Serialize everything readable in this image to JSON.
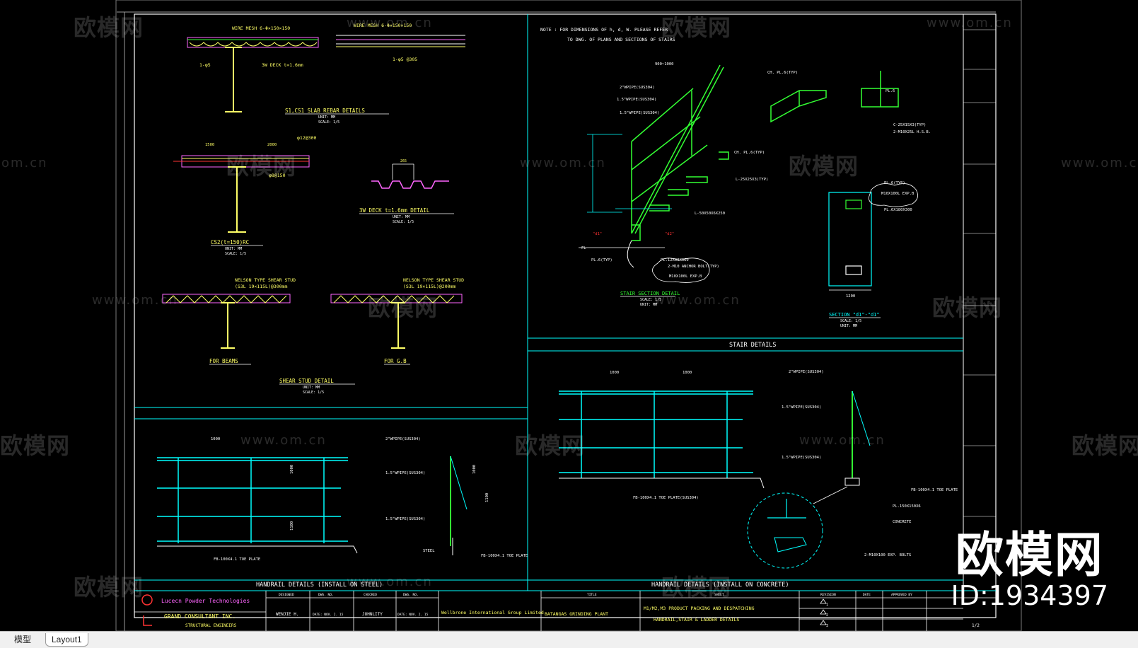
{
  "watermark": {
    "site_cn": "欧模网",
    "site_url": "www.om.cn",
    "url_fragment": "om.cn",
    "big_logo": "欧模网",
    "id_text": "ID:1934397"
  },
  "drawing": {
    "top_left": {
      "wire_mesh_a": "WIRE MESH 6-Φ×150×150",
      "wire_mesh_b": "WIRE MESH 6-Φ×150×150",
      "deck_callout": "3W DECK t=1.6mm",
      "bar_a": "1-φ5",
      "bar_b": "1-φ5 @305",
      "slab_title": "S1,CS1 SLAB REBAR DETAILS",
      "slab_unit": "UNIT: MM",
      "slab_scale": "SCALE: 1/5",
      "dim_1500": "1500",
      "dim_2000": "2000",
      "rebar_top": "φ12@300",
      "rebar_bot": "φ8@150",
      "cs2_title": "CS2(t=150)RC",
      "cs2_unit": "UNIT: MM",
      "cs2_scale": "SCALE: 1/5",
      "deck_dim": "265",
      "deck_title": "3W DECK t=1.6mm DETAIL",
      "deck_unit": "UNIT: MM",
      "deck_scale": "SCALE: 1/5",
      "stud_a_1": "NELSON TYPE SHEAR STUD",
      "stud_a_2": "(S3L 19×115L)@300mm",
      "stud_b_1": "NELSON TYPE SHEAR STUD",
      "stud_b_2": "(S3L 19×115L)@200mm",
      "for_beams": "FOR BEAMS",
      "for_gb": "FOR G.B",
      "stud_title": "SHEAR STUD DETAIL",
      "stud_unit": "UNIT: MM",
      "stud_scale": "SCALE: 1/5"
    },
    "handrail_steel": {
      "dim_1000": "1000",
      "pipe_2": "2\"WPIPE(SUS304)",
      "pipe_15a": "1.5\"WPIPE(SUS304)",
      "pipe_15b": "1.5\"WPIPE(SUS304)",
      "plate_a": "FB-100X4.1 TOE PLATE",
      "plate_b": "FB-100X4.1 TOE PLATE",
      "steel": "STEEL",
      "v1": "1000",
      "v2": "1100",
      "v3": "1000",
      "v4": "1100",
      "title": "HANDRAIL DETAILS (INSTALL ON STEEL)"
    },
    "stair": {
      "note_1": "NOTE : FOR DIMENSIONS OF h, d, W. PLEASE REFER",
      "note_2": "TO DWG. OF PLANS AND SECTIONS OF STAIRS",
      "dim_top": "900~1000",
      "p1": "2\"WPIPE(SUS304)",
      "p2": "1.5\"WPIPE(SUS304)",
      "p3": "1.5\"WPIPE(SUS304)",
      "ch_pl": "CH. PL.6(TYP)",
      "ch_pl2": "CH. PL.6(TYP)",
      "angle": "L-25X25X3(TYP)",
      "stud": "L-50X50X6X250",
      "pl_a": "PL.6(TYP)",
      "pl_b": "PL.12X90X360",
      "anchor": "2-M10 ANCHOR BOLT(TYP)",
      "cloud1": "M10X100L EXP.B",
      "fl": "FL",
      "d_label": "\"d1\"",
      "d2_label": "\"d2\"",
      "stair_title": "STAIR SECTION DETAIL",
      "stair_scale": "SCALE: 1/5",
      "stair_unit": "UNIT: MM",
      "chpl_top": "CH. PL.6(TYP)",
      "pl6": "PL.6",
      "c_label": "C-25X15X3(TYP)",
      "bolt_label": "2-M10X25L H.S.B.",
      "pl6_typ": "PL.6(TYP)",
      "cloud2": "M10X100L EXP.B",
      "pl_plate": "PL.6X180X300",
      "sec_dim": "1200",
      "sec_title": "SECTION \"d1\"-\"d1\"",
      "sec_scale": "SCALE: 1/5",
      "sec_unit": "UNIT: MM",
      "band_title": "STAIR DETAILS"
    },
    "handrail_concrete": {
      "dim_a": "1000",
      "dim_b": "1000",
      "p1": "2\"WPIPE(SUS304)",
      "p2": "1.5\"WPIPE(SUS304)",
      "p3": "1.5\"WPIPE(SUS304)",
      "toe": "FB-100X4.1 TOE PLATE(SUS304)",
      "fb_right": "FB-100X4.1 TOE PLATE",
      "plate": "PL.150X150X6",
      "concrete": "CONCRETE",
      "bolts": "2-M10X100 EXP. BOLTS",
      "title": "HANDRAIL DETAILS (INSTALL ON CONCRETE)"
    },
    "titleblock": {
      "company1": "Lucecn Powder Technologies",
      "company2": "GRAND CONSULTANT INC.",
      "company3": "STRUCTURAL ENGINEERS",
      "h_designed": "DESIGNED",
      "h_dwgno": "DWG. NO.",
      "h_checked": "CHECKED",
      "h_dwgno2": "DWG. NO.",
      "designer": "WENJIE H.",
      "date1": "DATE: NOV. 2. 15",
      "checker": "JOHNLITY",
      "date2": "DATE: NOV. 2. 15",
      "client": "Wellbrone International Group Limited",
      "h_title": "TITLE",
      "plant": "BATANGAS GRINDING PLANT",
      "h_sheet": "SHEET",
      "proj1": "M1/M2,M3 PRODUCT PACKING AND DESPATCHING",
      "proj2": "HANDRAIL,STAIR & LADDER DETAILS",
      "h_rev": "REVISION",
      "h_date": "DATE",
      "h_approved": "APPROVED BY",
      "r1": "1",
      "r2": "2",
      "r3": "3",
      "sheet_no": "1/2"
    }
  },
  "tabs": [
    {
      "label": "模型"
    },
    {
      "label": "Layout1"
    }
  ],
  "colors": {
    "background": "#000000",
    "cyan": "#00ffff",
    "yellow": "#ffff66",
    "magenta": "#ff66ff",
    "green": "#33ff33",
    "white": "#ffffff",
    "red": "#ff3333",
    "tabbar": "#f0f0f0"
  }
}
